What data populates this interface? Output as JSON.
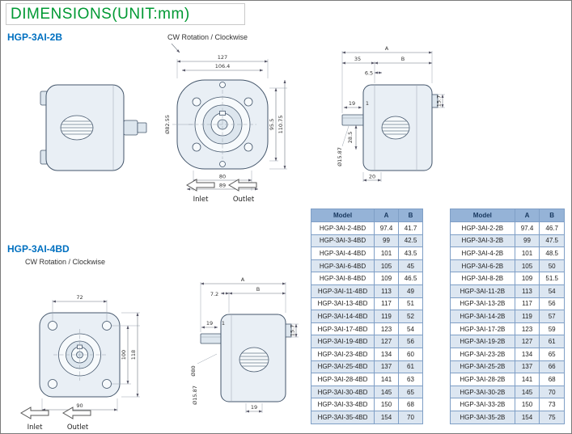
{
  "title": "DIMENSIONS(UNIT:mm)",
  "colors": {
    "title_green": "#009933",
    "heading_blue": "#0070c0",
    "table_header_bg": "#95b3d7",
    "table_alt_row": "#dce6f1",
    "table_border": "#7f9fc6",
    "drawing_fill": "#e9eff5",
    "drawing_line": "#44566b"
  },
  "section_2b": {
    "heading": "HGP-3AI-2B",
    "rotation_label": "CW Rotation / Clockwise",
    "inlet_label": "Inlet",
    "outlet_label": "Outlet",
    "dims": {
      "overall_width": "127",
      "inner_width": "106.4",
      "height_inner": "95.5",
      "height_overall": "110.75",
      "pilot_dia": "Ø82.55",
      "bolt_width": "80",
      "bottom_width": "89",
      "len_35": "35",
      "len_6_5": "6.5",
      "dim_a": "A",
      "dim_b": "B",
      "key_len": "19",
      "step_1": "1",
      "port_height": "15.7",
      "port_depth": "28.5",
      "shaft_dia": "Ø15.87",
      "len_20": "20"
    }
  },
  "section_4bd": {
    "heading": "HGP-3AI-4BD",
    "rotation_label": "CW Rotation / Clockwise",
    "inlet_label": "Inlet",
    "outlet_label": "Outlet",
    "dims": {
      "bolt_width": "72",
      "bottom_width": "90",
      "bolt_height": "100",
      "overall_height": "118",
      "len_7_2": "7.2",
      "dim_a": "A",
      "dim_b": "B",
      "step_1": "1",
      "key_len": "19",
      "pilot_dia": "Ø80",
      "port_height": "15.7",
      "shaft_dia": "Ø15.87",
      "port_width": "19"
    }
  },
  "table_4bd": {
    "headers": [
      "Model",
      "A",
      "B"
    ],
    "rows": [
      [
        "HGP-3AI-2-4BD",
        "97.4",
        "41.7"
      ],
      [
        "HGP-3AI-3-4BD",
        "99",
        "42.5"
      ],
      [
        "HGP-3AI-4-4BD",
        "101",
        "43.5"
      ],
      [
        "HGP-3AI-6-4BD",
        "105",
        "45"
      ],
      [
        "HGP-3AI-8-4BD",
        "109",
        "46.5"
      ],
      [
        "HGP-3AI-11-4BD",
        "113",
        "49"
      ],
      [
        "HGP-3AI-13-4BD",
        "117",
        "51"
      ],
      [
        "HGP-3AI-14-4BD",
        "119",
        "52"
      ],
      [
        "HGP-3AI-17-4BD",
        "123",
        "54"
      ],
      [
        "HGP-3AI-19-4BD",
        "127",
        "56"
      ],
      [
        "HGP-3AI-23-4BD",
        "134",
        "60"
      ],
      [
        "HGP-3AI-25-4BD",
        "137",
        "61"
      ],
      [
        "HGP-3AI-28-4BD",
        "141",
        "63"
      ],
      [
        "HGP-3AI-30-4BD",
        "145",
        "65"
      ],
      [
        "HGP-3AI-33-4BD",
        "150",
        "68"
      ],
      [
        "HGP-3AI-35-4BD",
        "154",
        "70"
      ]
    ]
  },
  "table_2b": {
    "headers": [
      "Model",
      "A",
      "B"
    ],
    "rows": [
      [
        "HGP-3AI-2-2B",
        "97.4",
        "46.7"
      ],
      [
        "HGP-3AI-3-2B",
        "99",
        "47.5"
      ],
      [
        "HGP-3AI-4-2B",
        "101",
        "48.5"
      ],
      [
        "HGP-3AI-6-2B",
        "105",
        "50"
      ],
      [
        "HGP-3AI-8-2B",
        "109",
        "51.5"
      ],
      [
        "HGP-3AI-11-2B",
        "113",
        "54"
      ],
      [
        "HGP-3AI-13-2B",
        "117",
        "56"
      ],
      [
        "HGP-3AI-14-2B",
        "119",
        "57"
      ],
      [
        "HGP-3AI-17-2B",
        "123",
        "59"
      ],
      [
        "HGP-3AI-19-2B",
        "127",
        "61"
      ],
      [
        "HGP-3AI-23-2B",
        "134",
        "65"
      ],
      [
        "HGP-3AI-25-2B",
        "137",
        "66"
      ],
      [
        "HGP-3AI-28-2B",
        "141",
        "68"
      ],
      [
        "HGP-3AI-30-2B",
        "145",
        "70"
      ],
      [
        "HGP-3AI-33-2B",
        "150",
        "73"
      ],
      [
        "HGP-3AI-35-2B",
        "154",
        "75"
      ]
    ]
  }
}
